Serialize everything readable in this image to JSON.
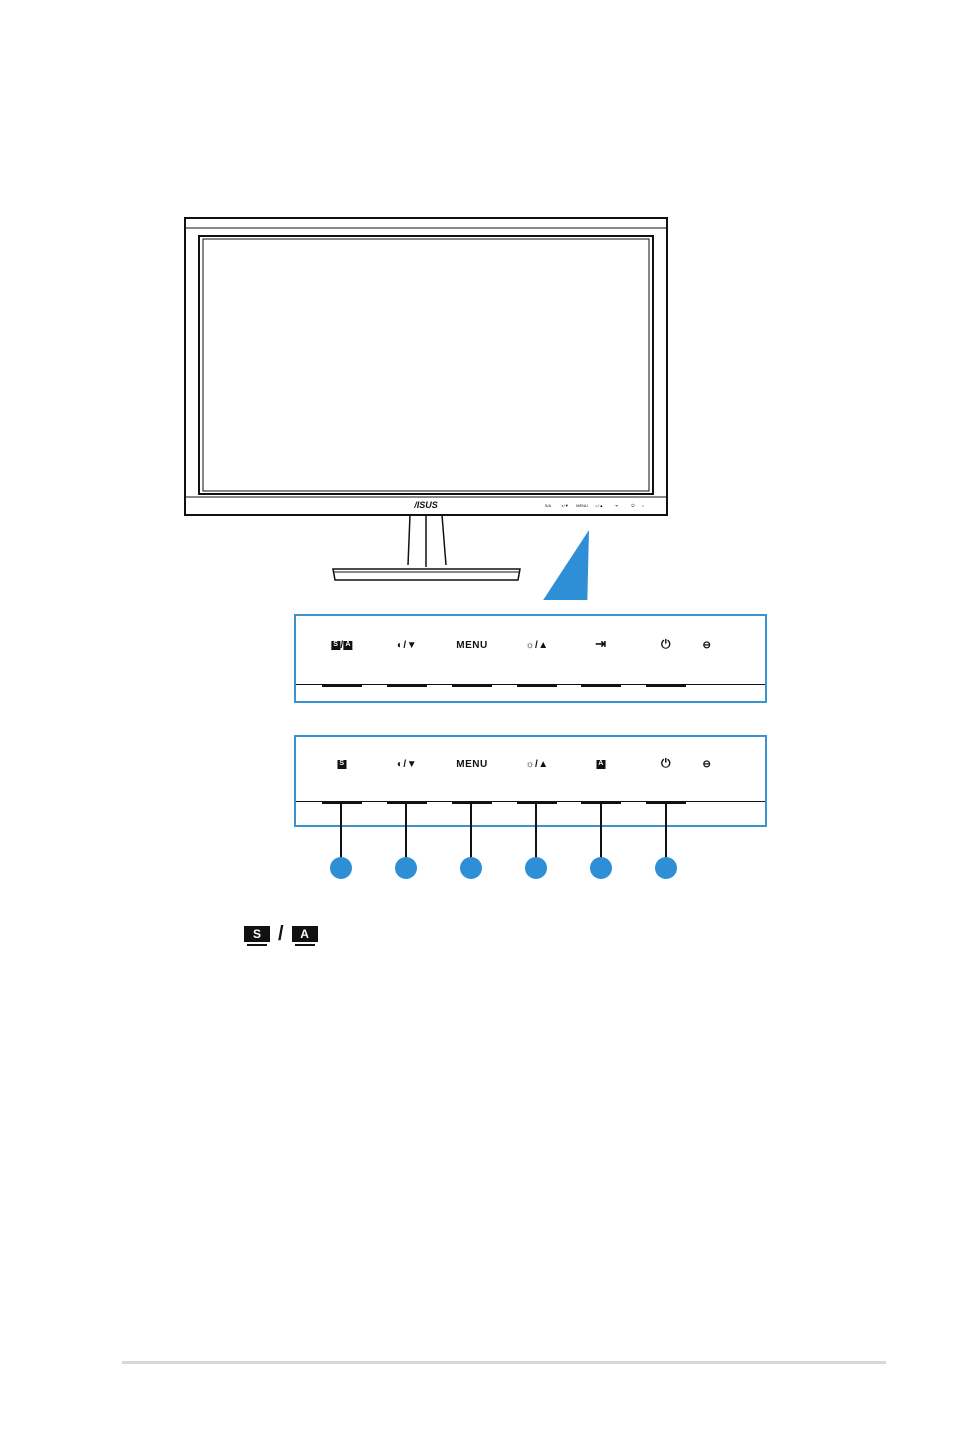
{
  "monitor": {
    "brand": "/ISUS",
    "bezel_buttons": [
      "S/A",
      "◐/▼",
      "MENU",
      "☼/▲",
      "⇥",
      "⏻",
      "•"
    ]
  },
  "panel_top": {
    "labels": {
      "sa": "/",
      "contrast": "◐/▼",
      "menu": "MENU",
      "brightness": "☼/▲",
      "input": "⇥",
      "power": "⏻",
      "led": "⊖"
    },
    "sa_letters": [
      "S",
      "A"
    ]
  },
  "panel_bottom": {
    "labels": {
      "s": "S",
      "contrast": "◐/▼",
      "menu": "MENU",
      "brightness": "☼/▲",
      "a": "A",
      "power": "⏻",
      "led": "⊖"
    }
  },
  "legend": {
    "key_s": "S",
    "slash": "/",
    "key_a": "A"
  },
  "colors": {
    "accent": "#2f8fd6",
    "panel_border": "#3a94d4"
  }
}
